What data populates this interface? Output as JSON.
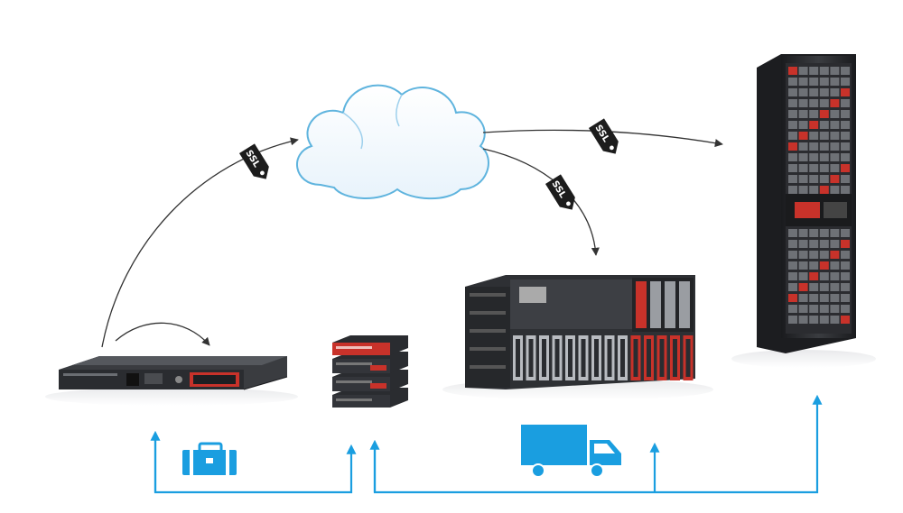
{
  "tags": [
    {
      "label": "SSL"
    },
    {
      "label": "SSL"
    },
    {
      "label": "SSL"
    }
  ],
  "colors": {
    "arrow_gray": "#333333",
    "flow_blue": "#1a9ee0",
    "cloud_outline": "#5fb4de",
    "hardware_dark": "#2a2c30",
    "hardware_red": "#c8322a",
    "tag_black": "#1c1c1c"
  },
  "icons": [
    "cloud-icon",
    "ssl-tag-icon",
    "briefcase-icon",
    "delivery-truck-icon"
  ]
}
